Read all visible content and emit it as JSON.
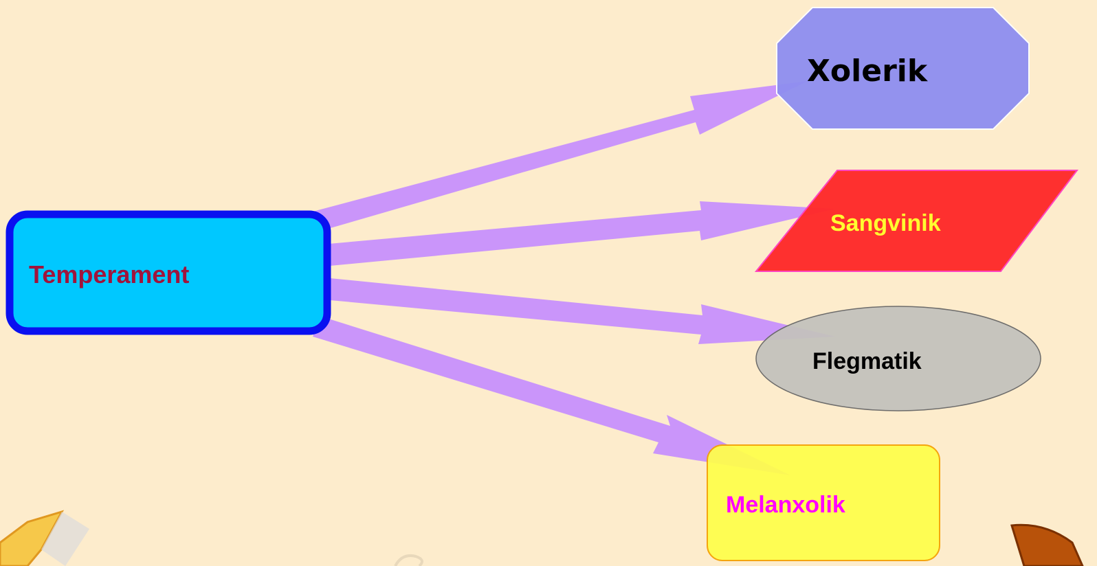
{
  "diagram": {
    "root": {
      "label": "Temperament",
      "text_color": "#a0143c",
      "fill": "#00c8ff",
      "border": "#0a10f0"
    },
    "children": [
      {
        "id": "xolerik",
        "label": "Xolerik",
        "shape": "octagon",
        "fill": "#8e8ef0",
        "text_color": "#000000"
      },
      {
        "id": "sangvinik",
        "label": "Sangvinik",
        "shape": "parallelogram",
        "fill": "#ff2a2a",
        "text_color": "#ffff30"
      },
      {
        "id": "flegmatik",
        "label": "Flegmatik",
        "shape": "ellipse",
        "fill": "#c4c2bd",
        "text_color": "#000000"
      },
      {
        "id": "melanxolik",
        "label": "Melanxolik",
        "shape": "rounded-rectangle",
        "fill": "#ffff4a",
        "text_color": "#ff00ff"
      }
    ],
    "arrow_color": "#c48cff",
    "background": "#fdeccc"
  }
}
